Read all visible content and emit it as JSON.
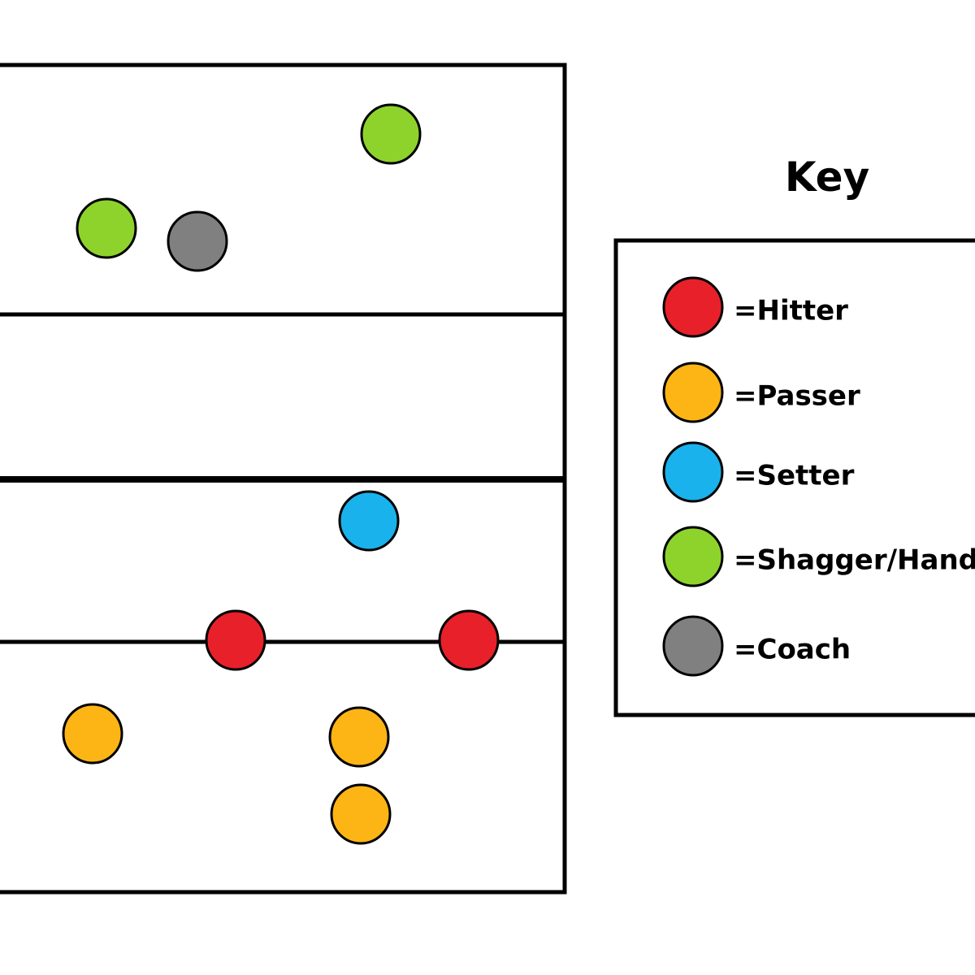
{
  "key": {
    "title": "Key"
  },
  "colors": {
    "hitter": "#e8202a",
    "passer": "#fdb515",
    "setter": "#1ab2ec",
    "shagger": "#8ed32c",
    "coach": "#808080",
    "outline": "#000000",
    "background": "#ffffff"
  },
  "legend": [
    {
      "role": "hitter",
      "label": "=Hitter"
    },
    {
      "role": "passer",
      "label": "=Passer"
    },
    {
      "role": "setter",
      "label": "=Setter"
    },
    {
      "role": "shagger",
      "label": "=Shagger/Hand"
    },
    {
      "role": "coach",
      "label": "=Coach"
    }
  ],
  "players": [
    {
      "role": "shagger"
    },
    {
      "role": "shagger"
    },
    {
      "role": "coach"
    },
    {
      "role": "setter"
    },
    {
      "role": "hitter"
    },
    {
      "role": "hitter"
    },
    {
      "role": "passer"
    },
    {
      "role": "passer"
    },
    {
      "role": "passer"
    }
  ]
}
